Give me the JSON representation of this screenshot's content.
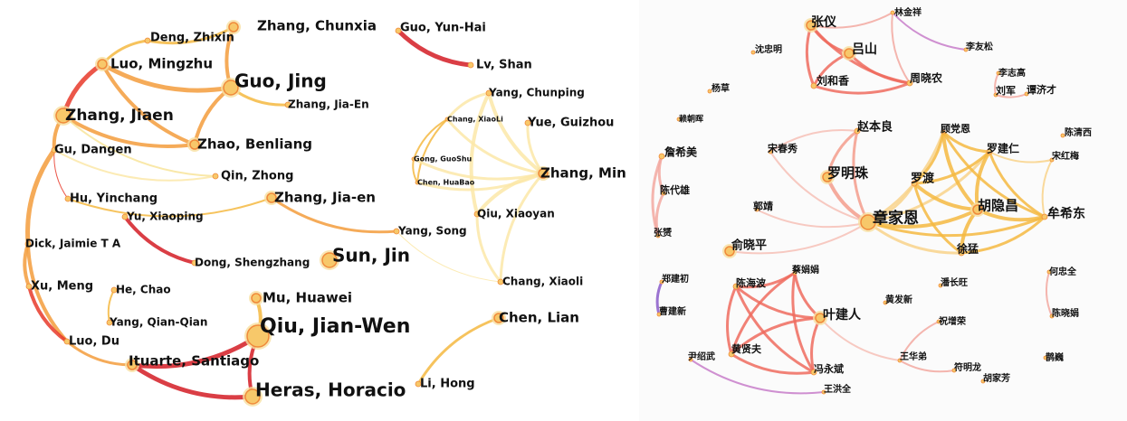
{
  "left_network": {
    "nodes": [
      {
        "id": "deng_zhixin",
        "label": "Deng, Zhixin",
        "size": "s"
      },
      {
        "id": "zhang_chunxia",
        "label": "Zhang, Chunxia",
        "size": "m"
      },
      {
        "id": "guo_yunhai",
        "label": "Guo, Yun-Hai",
        "size": "s"
      },
      {
        "id": "luo_mingzhu",
        "label": "Luo, Mingzhu",
        "size": "m"
      },
      {
        "id": "guo_jing",
        "label": "Guo, Jing",
        "size": "l"
      },
      {
        "id": "lv_shan",
        "label": "Lv, Shan",
        "size": "s"
      },
      {
        "id": "zhang_jiaen2",
        "label": "Zhang, Jia-En",
        "size": "s"
      },
      {
        "id": "yang_chunping",
        "label": "Yang, Chunping",
        "size": "s"
      },
      {
        "id": "zhang_jiaen",
        "label": "Zhang, Jiaen",
        "size": "l"
      },
      {
        "id": "chang_xiaoli_s",
        "label": "Chang, XiaoLi",
        "size": "xs"
      },
      {
        "id": "yue_guizhou",
        "label": "Yue, Guizhou",
        "size": "s"
      },
      {
        "id": "gu_dangen",
        "label": "Gu, Dangen",
        "size": "s"
      },
      {
        "id": "zhao_benliang",
        "label": "Zhao, Benliang",
        "size": "m"
      },
      {
        "id": "gong_guoshu",
        "label": "Gong, GuoShu",
        "size": "xs"
      },
      {
        "id": "zhang_min",
        "label": "Zhang, Min",
        "size": "m"
      },
      {
        "id": "qin_zhong",
        "label": "Qin, Zhong",
        "size": "s"
      },
      {
        "id": "chen_huabao",
        "label": "Chen, HuaBao",
        "size": "xs"
      },
      {
        "id": "hu_yinchang",
        "label": "Hu, Yinchang",
        "size": "s"
      },
      {
        "id": "zhang_jiaen3",
        "label": "Zhang, Jia-en",
        "size": "m"
      },
      {
        "id": "yu_xiaoping",
        "label": "Yu, Xiaoping",
        "size": "s"
      },
      {
        "id": "qiu_xiaoyan",
        "label": "Qiu, Xiaoyan",
        "size": "s"
      },
      {
        "id": "yang_song",
        "label": "Yang, Song",
        "size": "s"
      },
      {
        "id": "dick_jaimie",
        "label": "Dick, Jaimie T A",
        "size": "s"
      },
      {
        "id": "dong_shengzhang",
        "label": "Dong, Shengzhang",
        "size": "s"
      },
      {
        "id": "sun_jin",
        "label": "Sun, Jin",
        "size": "l"
      },
      {
        "id": "xu_meng",
        "label": "Xu, Meng",
        "size": "s"
      },
      {
        "id": "chang_xiaoli",
        "label": "Chang, Xiaoli",
        "size": "s"
      },
      {
        "id": "he_chao",
        "label": "He, Chao",
        "size": "s"
      },
      {
        "id": "mu_huawei",
        "label": "Mu, Huawei",
        "size": "m"
      },
      {
        "id": "chen_lian",
        "label": "Chen, Lian",
        "size": "m"
      },
      {
        "id": "yang_qianqian",
        "label": "Yang, Qian-Qian",
        "size": "s"
      },
      {
        "id": "qiu_jianwen",
        "label": "Qiu, Jian-Wen",
        "size": "xl"
      },
      {
        "id": "luo_du",
        "label": "Luo, Du",
        "size": "s"
      },
      {
        "id": "ituarte",
        "label": "Ituarte, Santiago",
        "size": "m"
      },
      {
        "id": "heras",
        "label": "Heras, Horacio",
        "size": "l"
      },
      {
        "id": "li_hong",
        "label": "Li, Hong",
        "size": "s"
      }
    ],
    "edges": [
      [
        "deng_zhixin",
        "zhang_chunxia",
        "#f5b941",
        3
      ],
      [
        "deng_zhixin",
        "luo_mingzhu",
        "#f5b941",
        3
      ],
      [
        "zhang_chunxia",
        "guo_jing",
        "#f39c3c",
        4
      ],
      [
        "luo_mingzhu",
        "guo_jing",
        "#f39c3c",
        5
      ],
      [
        "luo_mingzhu",
        "zhang_jiaen",
        "#e8392a",
        5
      ],
      [
        "luo_mingzhu",
        "zhao_benliang",
        "#f39c3c",
        4
      ],
      [
        "guo_jing",
        "zhang_jiaen2",
        "#f5b941",
        3
      ],
      [
        "guo_jing",
        "zhao_benliang",
        "#f39c3c",
        4
      ],
      [
        "zhang_jiaen",
        "zhao_benliang",
        "#f39c3c",
        4
      ],
      [
        "zhang_jiaen",
        "qin_zhong",
        "#f8e49a",
        2
      ],
      [
        "zhang_jiaen",
        "gu_dangen",
        "#f39c3c",
        4
      ],
      [
        "gu_dangen",
        "qin_zhong",
        "#fce8a8",
        2
      ],
      [
        "gu_dangen",
        "hu_yinchang",
        "#e8392a",
        1
      ],
      [
        "gu_dangen",
        "dick_jaimie",
        "#f39c3c",
        5
      ],
      [
        "hu_yinchang",
        "zhang_jiaen3",
        "#f5b941",
        2
      ],
      [
        "dick_jaimie",
        "xu_meng",
        "#f39c3c",
        4
      ],
      [
        "dick_jaimie",
        "luo_du",
        "#f39c3c",
        4
      ],
      [
        "xu_meng",
        "luo_du",
        "#e8392a",
        4
      ],
      [
        "luo_du",
        "ituarte",
        "#f39c3c",
        3
      ],
      [
        "ituarte",
        "qiu_jianwen",
        "#d41c24",
        5
      ],
      [
        "ituarte",
        "heras",
        "#d41c24",
        5
      ],
      [
        "qiu_jianwen",
        "heras",
        "#d41c24",
        4
      ],
      [
        "qiu_jianwen",
        "mu_huawei",
        "#f5b941",
        4
      ],
      [
        "yu_xiaoping",
        "dong_shengzhang",
        "#d41c24",
        4
      ],
      [
        "he_chao",
        "yang_qianqian",
        "#f5b941",
        2
      ],
      [
        "guo_yunhai",
        "lv_shan",
        "#d41c24",
        5
      ],
      [
        "zhang_jiaen3",
        "yang_song",
        "#f39c3c",
        3
      ],
      [
        "yang_song",
        "chang_xiaoli",
        "#fce8a8",
        1
      ],
      [
        "chen_lian",
        "li_hong",
        "#f5b941",
        3
      ],
      [
        "yang_chunping",
        "zhang_min",
        "#fce8a8",
        4
      ],
      [
        "yang_chunping",
        "chang_xiaoli_s",
        "#fce8a8",
        3
      ],
      [
        "yang_chunping",
        "qiu_xiaoyan",
        "#fce8a8",
        4
      ],
      [
        "yue_guizhou",
        "zhang_min",
        "#fce8a8",
        3
      ],
      [
        "chang_xiaoli_s",
        "gong_guoshu",
        "#f5b941",
        2
      ],
      [
        "chang_xiaoli_s",
        "chen_huabao",
        "#f5b941",
        2
      ],
      [
        "chang_xiaoli_s",
        "zhang_min",
        "#fce8a8",
        3
      ],
      [
        "gong_guoshu",
        "chen_huabao",
        "#f5b941",
        2
      ],
      [
        "gong_guoshu",
        "zhang_min",
        "#fce8a8",
        3
      ],
      [
        "chen_huabao",
        "zhang_min",
        "#fce8a8",
        3
      ],
      [
        "zhang_min",
        "qiu_xiaoyan",
        "#fce8a8",
        4
      ],
      [
        "zhang_min",
        "chang_xiaoli",
        "#fce8a8",
        3
      ],
      [
        "qiu_xiaoyan",
        "chang_xiaoli",
        "#fce8a8",
        3
      ]
    ]
  },
  "right_network": {
    "nodes": [
      {
        "id": "zhang_yi",
        "label": "张仪",
        "size": "m"
      },
      {
        "id": "lin_jinxiang",
        "label": "林金祥",
        "size": "xs"
      },
      {
        "id": "lv_shan",
        "label": "吕山",
        "size": "m"
      },
      {
        "id": "shen_zhongming",
        "label": "沈忠明",
        "size": "xs"
      },
      {
        "id": "li_yousong",
        "label": "李友松",
        "size": "xs"
      },
      {
        "id": "liu_hexiang",
        "label": "刘和香",
        "size": "s"
      },
      {
        "id": "zhou_xiaonong",
        "label": "周晓农",
        "size": "s"
      },
      {
        "id": "li_zhigao",
        "label": "李志高",
        "size": "xs"
      },
      {
        "id": "yang_cao",
        "label": "杨草",
        "size": "xs"
      },
      {
        "id": "liu_jun",
        "label": "刘军",
        "size": "xs"
      },
      {
        "id": "tan_jicai",
        "label": "谭济才",
        "size": "xs"
      },
      {
        "id": "lai_chaohui",
        "label": "赖朝晖",
        "size": "xs"
      },
      {
        "id": "zhao_benliang",
        "label": "赵本良",
        "size": "s"
      },
      {
        "id": "gu_dangen",
        "label": "顾党恩",
        "size": "xs"
      },
      {
        "id": "chen_qingxi",
        "label": "陈清西",
        "size": "xs"
      },
      {
        "id": "zhan_ximei",
        "label": "詹希美",
        "size": "s"
      },
      {
        "id": "song_chunxiu",
        "label": "宋春秀",
        "size": "xs"
      },
      {
        "id": "luo_jianren",
        "label": "罗建仁",
        "size": "s"
      },
      {
        "id": "song_hongmei",
        "label": "宋红梅",
        "size": "xs"
      },
      {
        "id": "luo_mingzhu",
        "label": "罗明珠",
        "size": "m"
      },
      {
        "id": "luo_du",
        "label": "罗渡",
        "size": "s"
      },
      {
        "id": "chen_daixiong",
        "label": "陈代雄",
        "size": "xs"
      },
      {
        "id": "guo_jing",
        "label": "郭靖",
        "size": "xs"
      },
      {
        "id": "zhang_jiaen",
        "label": "章家恩",
        "size": "l"
      },
      {
        "id": "hu_yinchang",
        "label": "胡隐昌",
        "size": "m"
      },
      {
        "id": "mou_xidong",
        "label": "牟希东",
        "size": "s"
      },
      {
        "id": "zhang_yun",
        "label": "张赟",
        "size": "xs"
      },
      {
        "id": "yu_xiaoping",
        "label": "俞晓平",
        "size": "m"
      },
      {
        "id": "xu_meng",
        "label": "徐猛",
        "size": "s"
      },
      {
        "id": "he_zhongquan",
        "label": "何忠全",
        "size": "xs"
      },
      {
        "id": "zheng_jianchu",
        "label": "郑建初",
        "size": "xs"
      },
      {
        "id": "chen_haibo",
        "label": "陈海波",
        "size": "s"
      },
      {
        "id": "cai_juanjuan",
        "label": "蔡娟娟",
        "size": "xs"
      },
      {
        "id": "pan_changwang",
        "label": "潘长旺",
        "size": "xs"
      },
      {
        "id": "huang_faxin",
        "label": "黄发新",
        "size": "xs"
      },
      {
        "id": "cao_jianxin",
        "label": "曹建新",
        "size": "xs"
      },
      {
        "id": "ye_jianren",
        "label": "叶建人",
        "size": "m"
      },
      {
        "id": "zhu_zengrong",
        "label": "祝增荣",
        "size": "xs"
      },
      {
        "id": "chen_xiaojuan",
        "label": "陈晓娟",
        "size": "xs"
      },
      {
        "id": "huang_xianfu",
        "label": "黄贤夫",
        "size": "s"
      },
      {
        "id": "wang_huadi",
        "label": "王华弟",
        "size": "xs"
      },
      {
        "id": "yin_shaowu",
        "label": "尹绍武",
        "size": "xs"
      },
      {
        "id": "fu_minglong",
        "label": "符明龙",
        "size": "xs"
      },
      {
        "id": "ji_wei",
        "label": "鹊巍",
        "size": "xs"
      },
      {
        "id": "feng_yongbin",
        "label": "冯永斌",
        "size": "s"
      },
      {
        "id": "hu_jiafang",
        "label": "胡家芳",
        "size": "xs"
      },
      {
        "id": "wang_hongquan",
        "label": "王洪全",
        "size": "xs"
      }
    ],
    "edges": [
      [
        "zhang_yi",
        "lv_shan",
        "#ee6b5e",
        3
      ],
      [
        "zhang_yi",
        "liu_hexiang",
        "#ee6b5e",
        3
      ],
      [
        "zhang_yi",
        "zhou_xiaonong",
        "#ee6b5e",
        3
      ],
      [
        "zhang_yi",
        "lin_jinxiang",
        "#f2a8a0",
        2
      ],
      [
        "lv_shan",
        "liu_hexiang",
        "#ee6b5e",
        3
      ],
      [
        "lv_shan",
        "zhou_xiaonong",
        "#ee6b5e",
        3
      ],
      [
        "liu_hexiang",
        "zhou_xiaonong",
        "#ee6b5e",
        3
      ],
      [
        "lin_jinxiang",
        "zhou_xiaonong",
        "#f2a8a0",
        2
      ],
      [
        "lin_jinxiang",
        "li_yousong",
        "#c77dc9",
        2
      ],
      [
        "li_zhigao",
        "liu_jun",
        "#f2a8a0",
        2
      ],
      [
        "liu_jun",
        "tan_jicai",
        "#f2a8a0",
        2
      ],
      [
        "zhan_ximei",
        "chen_daixiong",
        "#f2a8a0",
        3
      ],
      [
        "chen_daixiong",
        "zhang_yun",
        "#f2a8a0",
        3
      ],
      [
        "zhan_ximei",
        "zhang_yun",
        "#f2a8a0",
        3
      ],
      [
        "zhao_benliang",
        "luo_mingzhu",
        "#f39c8c",
        3
      ],
      [
        "zhao_benliang",
        "zhang_jiaen",
        "#f39c8c",
        3
      ],
      [
        "zhao_benliang",
        "song_chunxiu",
        "#f6c0b6",
        2
      ],
      [
        "song_chunxiu",
        "zhang_jiaen",
        "#f6c0b6",
        2
      ],
      [
        "luo_mingzhu",
        "zhang_jiaen",
        "#f39c8c",
        4
      ],
      [
        "guo_jing",
        "zhang_jiaen",
        "#f6c0b6",
        2
      ],
      [
        "yu_xiaoping",
        "zhang_jiaen",
        "#f6c0b6",
        2
      ],
      [
        "zhang_jiaen",
        "luo_du",
        "#f8d28a",
        3
      ],
      [
        "zhang_jiaen",
        "hu_yinchang",
        "#f5b941",
        4
      ],
      [
        "zhang_jiaen",
        "xu_meng",
        "#f8d28a",
        3
      ],
      [
        "zhang_jiaen",
        "gu_dangen",
        "#f8d28a",
        3
      ],
      [
        "zhang_jiaen",
        "luo_jianren",
        "#f8d28a",
        3
      ],
      [
        "zhang_jiaen",
        "mou_xidong",
        "#f5b941",
        3
      ],
      [
        "luo_du",
        "gu_dangen",
        "#f5b941",
        3
      ],
      [
        "luo_du",
        "hu_yinchang",
        "#f5b941",
        4
      ],
      [
        "luo_du",
        "xu_meng",
        "#f5b941",
        3
      ],
      [
        "luo_du",
        "luo_jianren",
        "#f5b941",
        3
      ],
      [
        "gu_dangen",
        "luo_jianren",
        "#f5b941",
        3
      ],
      [
        "gu_dangen",
        "hu_yinchang",
        "#f5b941",
        4
      ],
      [
        "luo_jianren",
        "hu_yinchang",
        "#f5b941",
        4
      ],
      [
        "luo_jianren",
        "mou_xidong",
        "#f5b941",
        3
      ],
      [
        "luo_jianren",
        "song_hongmei",
        "#f8d28a",
        2
      ],
      [
        "hu_yinchang",
        "mou_xidong",
        "#f5b941",
        4
      ],
      [
        "hu_yinchang",
        "xu_meng",
        "#f5b941",
        4
      ],
      [
        "xu_meng",
        "mou_xidong",
        "#f5b941",
        3
      ],
      [
        "song_hongmei",
        "mou_xidong",
        "#f8d28a",
        2
      ],
      [
        "gu_dangen",
        "mou_xidong",
        "#f5b941",
        3
      ],
      [
        "he_zhongquan",
        "chen_xiaojuan",
        "#f2a8a0",
        2
      ],
      [
        "zheng_jianchu",
        "cao_jianxin",
        "#8a5ac9",
        3
      ],
      [
        "chen_haibo",
        "cai_juanjuan",
        "#ee6b5e",
        3
      ],
      [
        "chen_haibo",
        "ye_jianren",
        "#ee6b5e",
        3
      ],
      [
        "chen_haibo",
        "huang_xianfu",
        "#ee6b5e",
        3
      ],
      [
        "chen_haibo",
        "feng_yongbin",
        "#ee6b5e",
        3
      ],
      [
        "cai_juanjuan",
        "ye_jianren",
        "#ee6b5e",
        3
      ],
      [
        "cai_juanjuan",
        "huang_xianfu",
        "#ee6b5e",
        3
      ],
      [
        "cai_juanjuan",
        "feng_yongbin",
        "#ee6b5e",
        3
      ],
      [
        "ye_jianren",
        "huang_xianfu",
        "#ee6b5e",
        3
      ],
      [
        "ye_jianren",
        "feng_yongbin",
        "#ee6b5e",
        3
      ],
      [
        "huang_xianfu",
        "feng_yongbin",
        "#ee6b5e",
        3
      ],
      [
        "ye_jianren",
        "wang_huadi",
        "#f6c0b6",
        2
      ],
      [
        "zhu_zengrong",
        "wang_huadi",
        "#f2a8a0",
        2
      ],
      [
        "wang_huadi",
        "fu_minglong",
        "#f2a8a0",
        2
      ],
      [
        "yin_shaowu",
        "wang_hongquan",
        "#c77dc9",
        2
      ]
    ]
  },
  "colors": {
    "node_fill": "#f7c86a",
    "node_ring": "#f8e0a0",
    "node_core": "#f08a3a"
  }
}
